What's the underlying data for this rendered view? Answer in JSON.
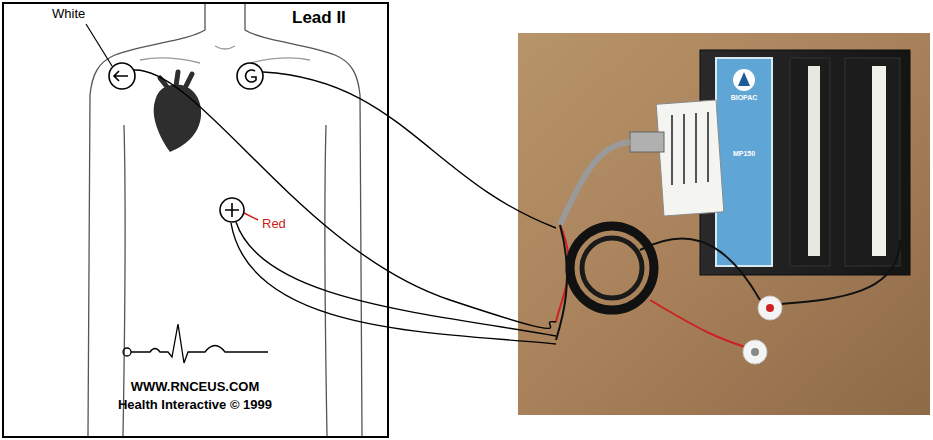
{
  "diagram": {
    "title": "Lead II",
    "labels": [
      "White",
      "Red",
      "WWW.RNCEUS.COM",
      "Health Interactive © 1999",
      "BIOPAC",
      "MP150"
    ]
  }
}
